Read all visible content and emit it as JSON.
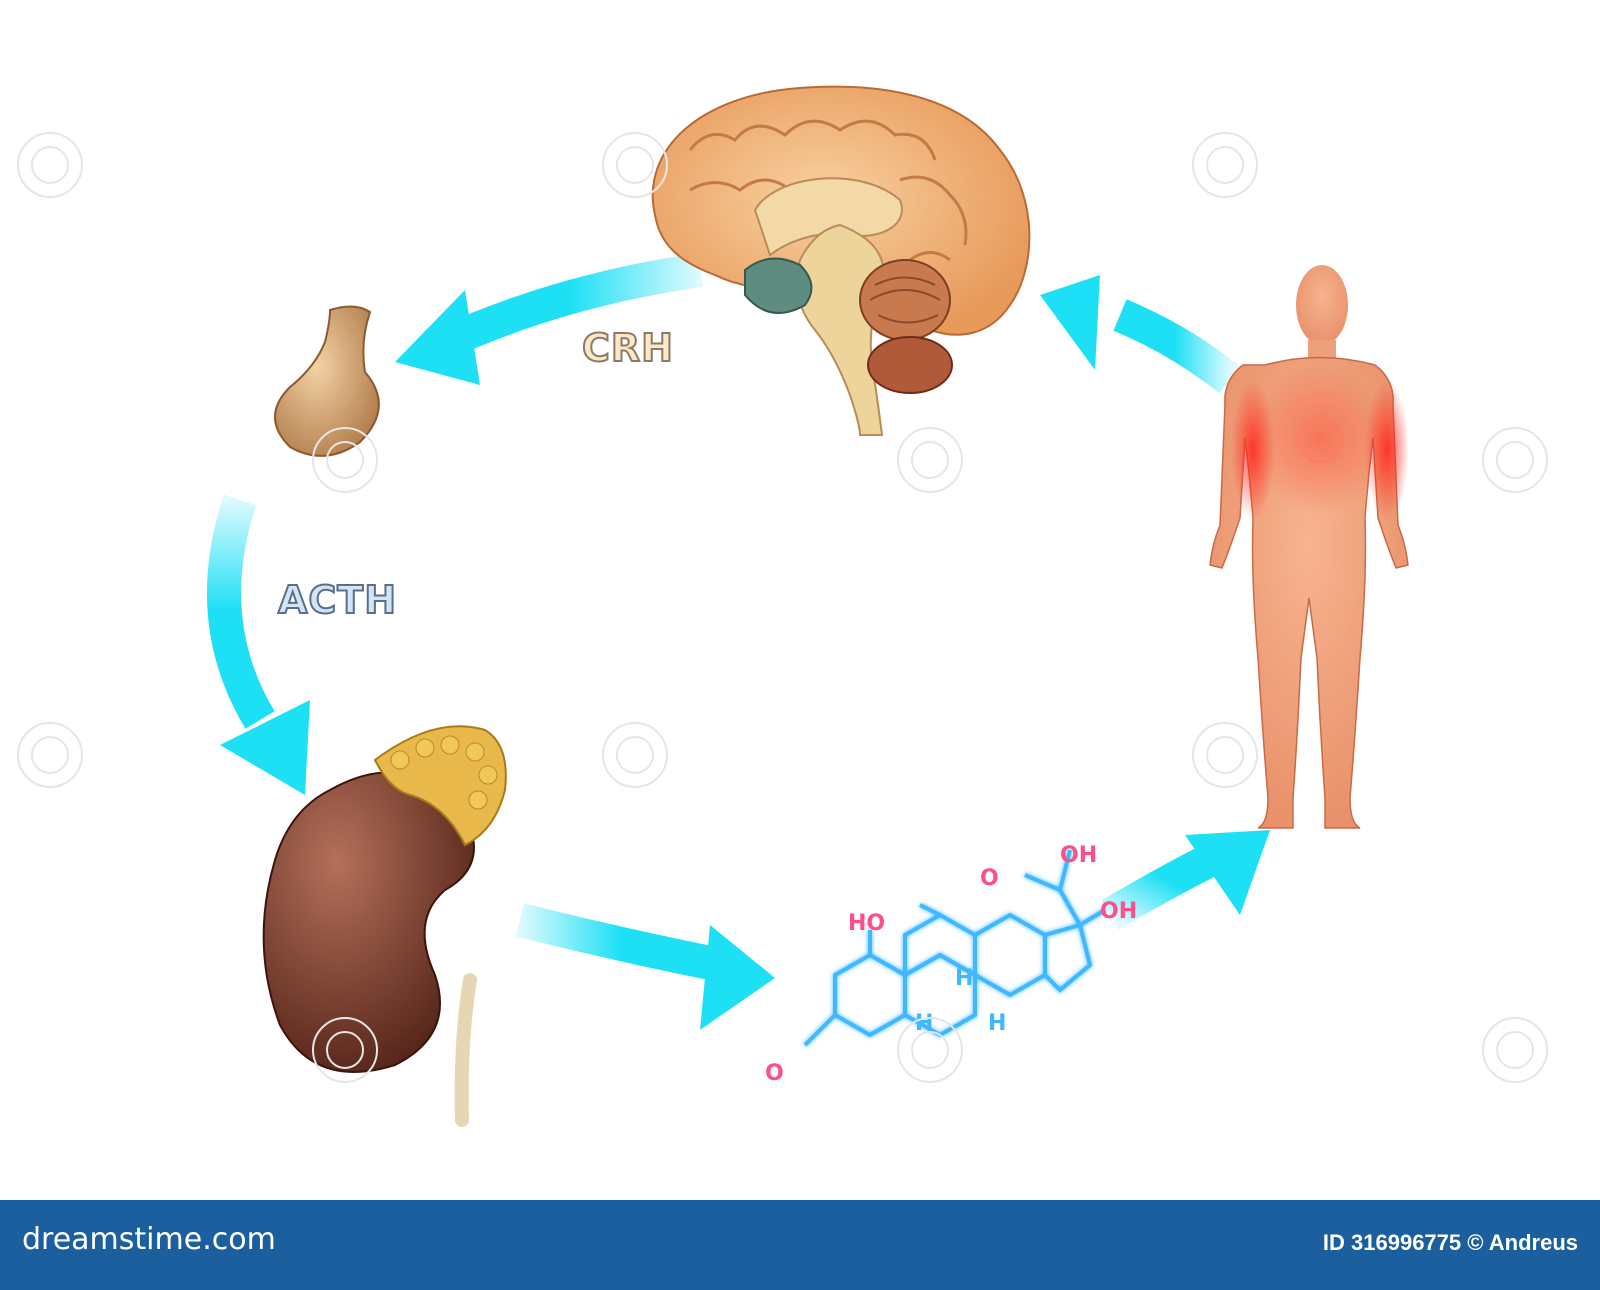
{
  "diagram": {
    "labels": {
      "crh": "CRH",
      "acth": "ACTH"
    },
    "molecule_labels": {
      "ho": "HO",
      "o_keto": "O",
      "oh_top": "OH",
      "oh_side": "OH",
      "o_ring": "O",
      "h1": "H",
      "h2": "H",
      "h3": "H"
    }
  },
  "footer": {
    "logo": "dreamstime.com",
    "credit": "ID 316996775 © Andreus"
  },
  "colors": {
    "arrow": "#1ee0f5",
    "footer": "#1c5f9e",
    "glow": "#ff2b20",
    "skin": "#f2a07a"
  }
}
